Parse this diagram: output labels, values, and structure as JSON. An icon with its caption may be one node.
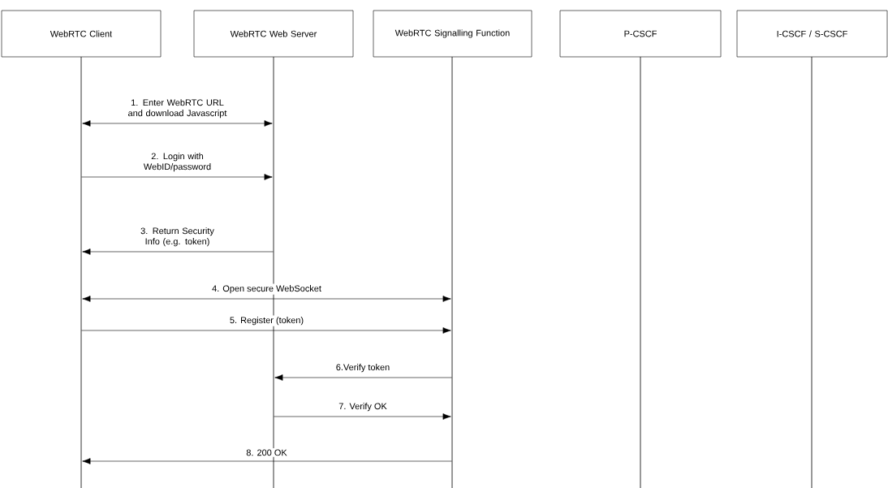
{
  "diagram": {
    "nodes": [
      {
        "text": [
          "WebRTC Client"
        ]
      },
      {
        "text": [
          "WebRTC Web Server"
        ]
      },
      {
        "text": [
          "WebRTC Signalling Function"
        ]
      },
      {
        "text": [
          "P-CSCF"
        ]
      },
      {
        "text": [
          "I-CSCF / S-CSCF"
        ]
      },
      {
        "text": [],
        "shape": "line"
      },
      {
        "text": [],
        "shape": "line"
      },
      {
        "text": [],
        "shape": "line"
      },
      {
        "text": [],
        "shape": "line"
      },
      {
        "text": [],
        "shape": "line"
      }
    ],
    "edges": [
      {
        "from": 5,
        "to": 6,
        "arrow": "both",
        "label": "1. Enter WebRTC URL and download Javascript"
      },
      {
        "from": 5,
        "to": 6,
        "arrow": "to",
        "label": "2. Login with WebID/password"
      },
      {
        "from": 6,
        "to": 5,
        "arrow": "to",
        "label": "3. Return Security Info (e.g. token)"
      },
      {
        "from": 5,
        "to": 7,
        "arrow": "both",
        "label": "4. Open secure WebSocket"
      },
      {
        "from": 5,
        "to": 7,
        "arrow": "to",
        "label": "5. Register (token)"
      },
      {
        "from": 7,
        "to": 6,
        "arrow": "to",
        "label": "6.Verify token"
      },
      {
        "from": 6,
        "to": 7,
        "arrow": "to",
        "label": "7. Verify OK"
      },
      {
        "from": 7,
        "to": 5,
        "arrow": "to",
        "label": "8. 200 OK"
      }
    ]
  }
}
